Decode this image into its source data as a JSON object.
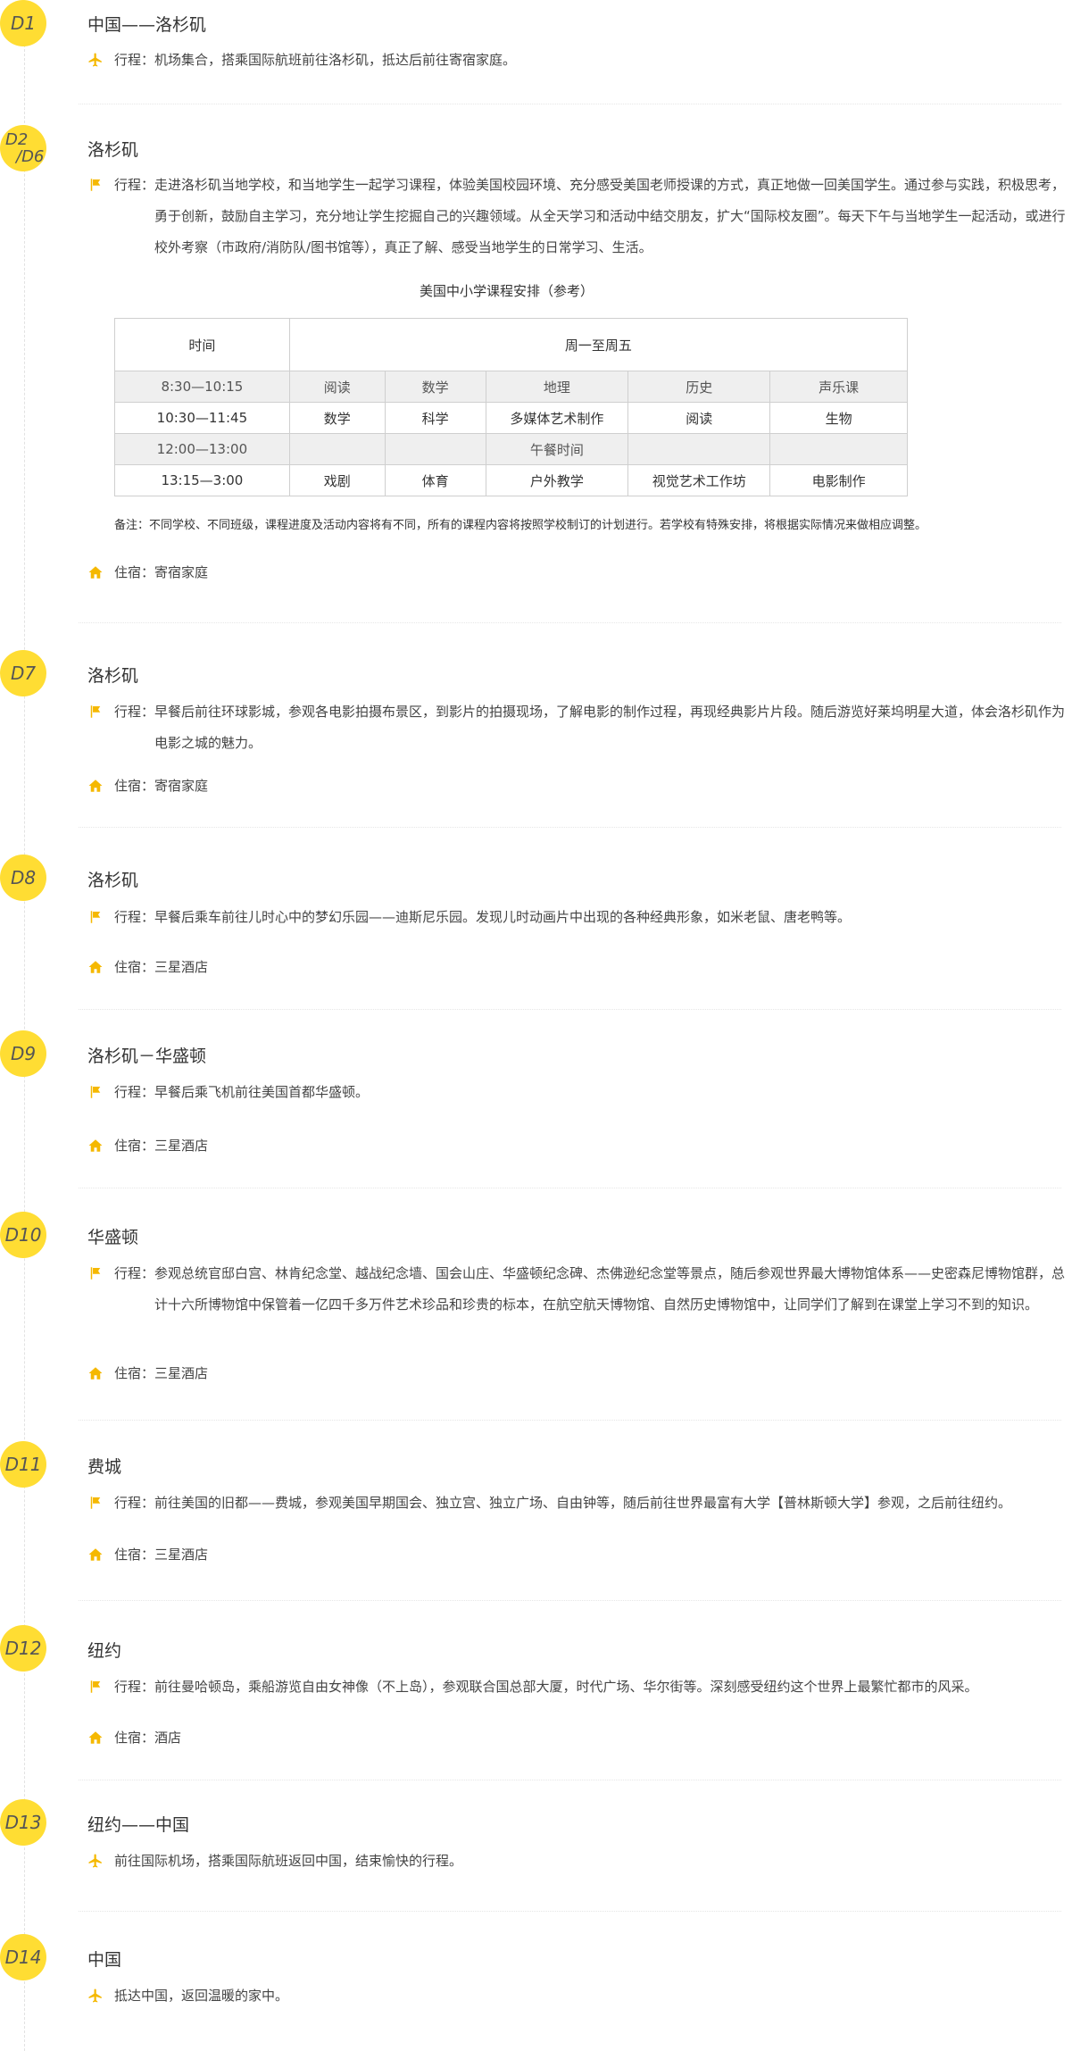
{
  "colors": {
    "badge": "#ffdd33",
    "icon": "#f5b800",
    "line": "#e2e2e2",
    "table_gray": "#efefef"
  },
  "days": [
    {
      "label": "D1",
      "title": "中国——洛杉矶",
      "schedule": {
        "icon": "plane-icon",
        "text": "行程：机场集合，搭乘国际航班前往洛杉矶，抵达后前往寄宿家庭。"
      }
    },
    {
      "label_top": "D2",
      "label_bottom": "/D6",
      "title": "洛杉矶",
      "schedule": {
        "icon": "flag-icon",
        "text": "行程：走进洛杉矶当地学校，和当地学生一起学习课程，体验美国校园环境、充分感受美国老师授课的方式，真正地做一回美国学生。通过参与实践，积极思考，勇于创新，鼓励自主学习，充分地让学生挖掘自己的兴趣领域。从全天学习和活动中结交朋友，扩大“国际校友圈”。每天下午与当地学生一起活动，或进行校外考察（市政府/消防队/图书馆等），真正了解、感受当地学生的日常学习、生活。"
      },
      "table_caption": "美国中小学课程安排（参考）",
      "table": {
        "header": {
          "time": "时间",
          "days": "周一至周五"
        },
        "rows": [
          {
            "time": "8:30—10:15",
            "cells": [
              "阅读",
              "数学",
              "地理",
              "历史",
              "声乐课"
            ]
          },
          {
            "time": "10:30—11:45",
            "cells": [
              "数学",
              "科学",
              "多媒体艺术制作",
              "阅读",
              "生物"
            ]
          },
          {
            "time": "12:00—13:00",
            "cells": [
              "",
              "",
              "午餐时间",
              "",
              ""
            ]
          },
          {
            "time": "13:15—3:00",
            "cells": [
              "戏剧",
              "体育",
              "户外教学",
              "视觉艺术工作坊",
              "电影制作"
            ]
          }
        ]
      },
      "note": "备注：不同学校、不同班级，课程进度及活动内容将有不同，所有的课程内容将按照学校制订的计划进行。若学校有特殊安排，将根据实际情况来做相应调整。",
      "stay": {
        "icon": "house-icon",
        "text": "住宿：寄宿家庭"
      }
    },
    {
      "label": "D7",
      "title": "洛杉矶",
      "schedule": {
        "icon": "flag-icon",
        "text": "行程：早餐后前往环球影城，参观各电影拍摄布景区，到影片的拍摄现场，了解电影的制作过程，再现经典影片片段。随后游览好莱坞明星大道，体会洛杉矶作为电影之城的魅力。"
      },
      "stay": {
        "icon": "house-icon",
        "text": "住宿：寄宿家庭"
      }
    },
    {
      "label": "D8",
      "title": "洛杉矶",
      "schedule": {
        "icon": "flag-icon",
        "text": "行程：早餐后乘车前往儿时心中的梦幻乐园——迪斯尼乐园。发现儿时动画片中出现的各种经典形象，如米老鼠、唐老鸭等。"
      },
      "stay": {
        "icon": "house-icon",
        "text": "住宿：三星酒店"
      }
    },
    {
      "label": "D9",
      "title": "洛杉矶－华盛顿",
      "schedule": {
        "icon": "flag-icon",
        "text": "行程：早餐后乘飞机前往美国首都华盛顿。"
      },
      "stay": {
        "icon": "house-icon",
        "text": "住宿：三星酒店"
      }
    },
    {
      "label": "D10",
      "title": "华盛顿",
      "schedule": {
        "icon": "flag-icon",
        "text": "行程：参观总统官邸白宫、林肯纪念堂、越战纪念墙、国会山庄、华盛顿纪念碑、杰佛逊纪念堂等景点，随后参观世界最大博物馆体系——史密森尼博物馆群，总计十六所博物馆中保管着一亿四千多万件艺术珍品和珍贵的标本，在航空航天博物馆、自然历史博物馆中，让同学们了解到在课堂上学习不到的知识。"
      },
      "stay": {
        "icon": "house-icon",
        "text": "住宿：三星酒店"
      }
    },
    {
      "label": "D11",
      "title": "费城",
      "schedule": {
        "icon": "flag-icon",
        "text": "行程：前往美国的旧都——费城，参观美国早期国会、独立宫、独立广场、自由钟等，随后前往世界最富有大学【普林斯顿大学】参观，之后前往纽约。"
      },
      "stay": {
        "icon": "house-icon",
        "text": "住宿：三星酒店"
      }
    },
    {
      "label": "D12",
      "title": "纽约",
      "schedule": {
        "icon": "flag-icon",
        "text": "行程：前往曼哈顿岛，乘船游览自由女神像（不上岛），参观联合国总部大厦，时代广场、华尔街等。深刻感受纽约这个世界上最繁忙都市的风采。"
      },
      "stay": {
        "icon": "house-icon",
        "text": "住宿：酒店"
      }
    },
    {
      "label": "D13",
      "title": "纽约——中国",
      "schedule": {
        "icon": "plane-icon",
        "text": "前往国际机场，搭乘国际航班返回中国，结束愉快的行程。"
      }
    },
    {
      "label": "D14",
      "title": "中国",
      "schedule": {
        "icon": "plane-icon",
        "text": "抵达中国，返回温暖的家中。"
      }
    }
  ]
}
